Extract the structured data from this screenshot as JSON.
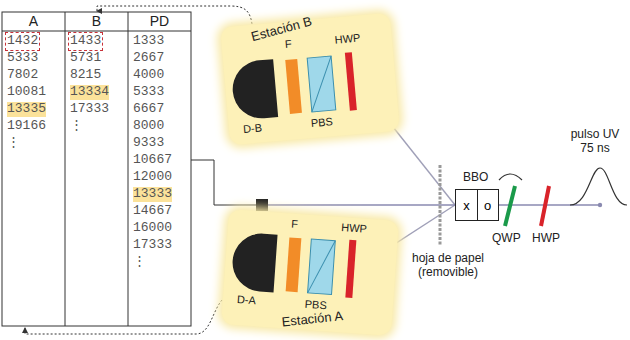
{
  "diagram": {
    "nodes": [
      {
        "text": [
          "Estación B"
        ]
      },
      {
        "text": [
          "Estación A"
        ]
      },
      {
        "text": [
          "BBO",
          "x",
          "o"
        ]
      }
    ],
    "labels": [
      "A",
      "B",
      "PD",
      "1432",
      "5333",
      "7802",
      "10081",
      "13335",
      "19166",
      "⋮",
      "1433",
      "5731",
      "8215",
      "13334",
      "17333",
      "⋮",
      "1333",
      "2667",
      "4000",
      "5333",
      "6667",
      "8000",
      "9333",
      "10667",
      "12000",
      "13333",
      "14667",
      "16000",
      "17333",
      "⋮",
      "D-B",
      "F",
      "PBS",
      "HWP",
      "D-A",
      "F",
      "HWP",
      "PBS",
      "hoja de papel (removible)",
      "QWP",
      "HWP",
      "pulso UV 75 ns"
    ]
  }
}
